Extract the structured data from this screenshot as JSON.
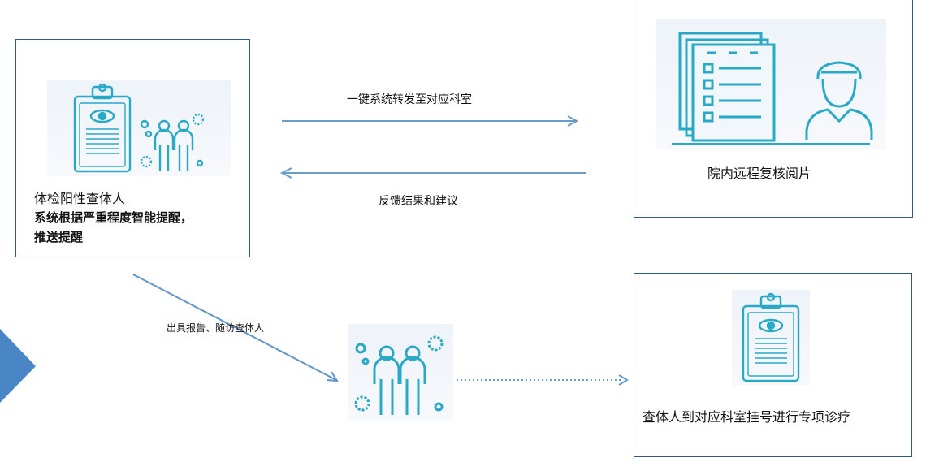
{
  "boxes": {
    "positive": {
      "title": "体检阳性查体人",
      "bold_line1": "系统根据严重程度智能提醒，",
      "bold_line2": "推送提醒"
    },
    "remote_review": {
      "caption": "院内远程复核阅片"
    },
    "department": {
      "caption": "查体人到对应科室挂号进行专项诊疗"
    }
  },
  "arrows": {
    "forward_label": "一键系统转发至对应科室",
    "feedback_label": "反馈结果和建议",
    "report_label": "出具报告、随访查体人"
  },
  "colors": {
    "border": "#2f5a86",
    "icon": "#29a9c8",
    "arrow": "#6a9bcb",
    "side_triangle": "#4a86c5"
  }
}
